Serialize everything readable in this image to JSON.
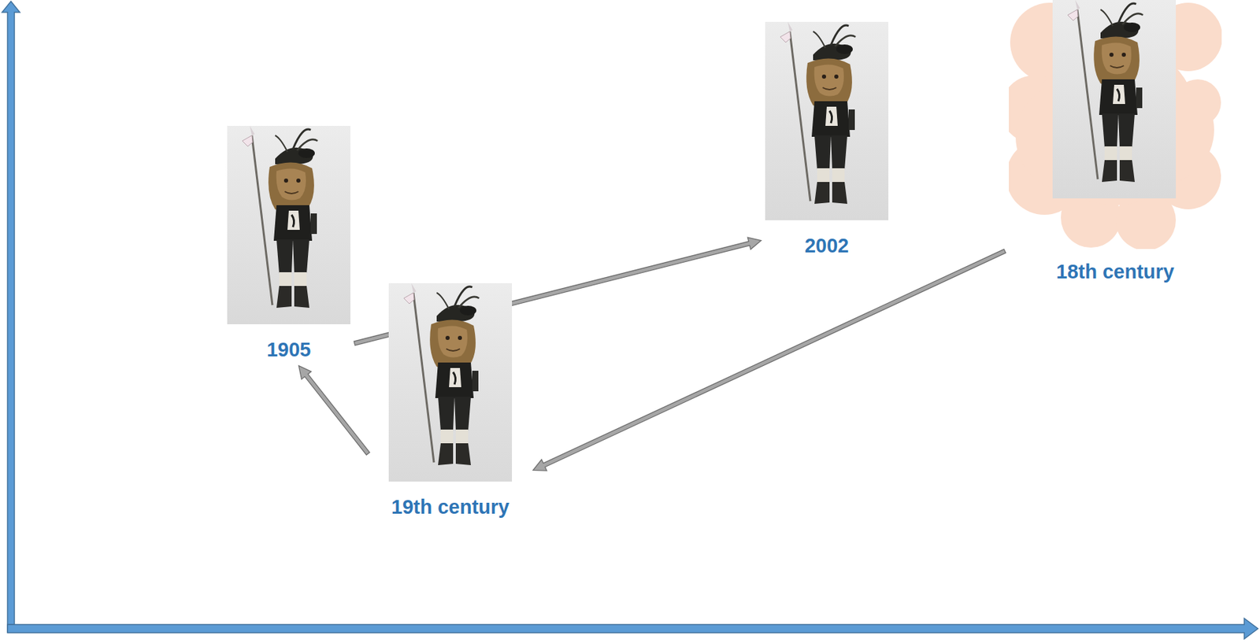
{
  "diagram": {
    "nodes": [
      {
        "text": [
          "1905"
        ]
      },
      {
        "text": [
          "19th century"
        ]
      },
      {
        "text": [
          "2002"
        ]
      },
      {
        "text": [
          "18th century"
        ]
      }
    ],
    "edges": [
      {
        "from": 3,
        "to": 1,
        "arrow": "to"
      },
      {
        "from": 1,
        "to": 0,
        "arrow": "to"
      },
      {
        "from": 0,
        "to": 2,
        "arrow": "to"
      }
    ]
  }
}
